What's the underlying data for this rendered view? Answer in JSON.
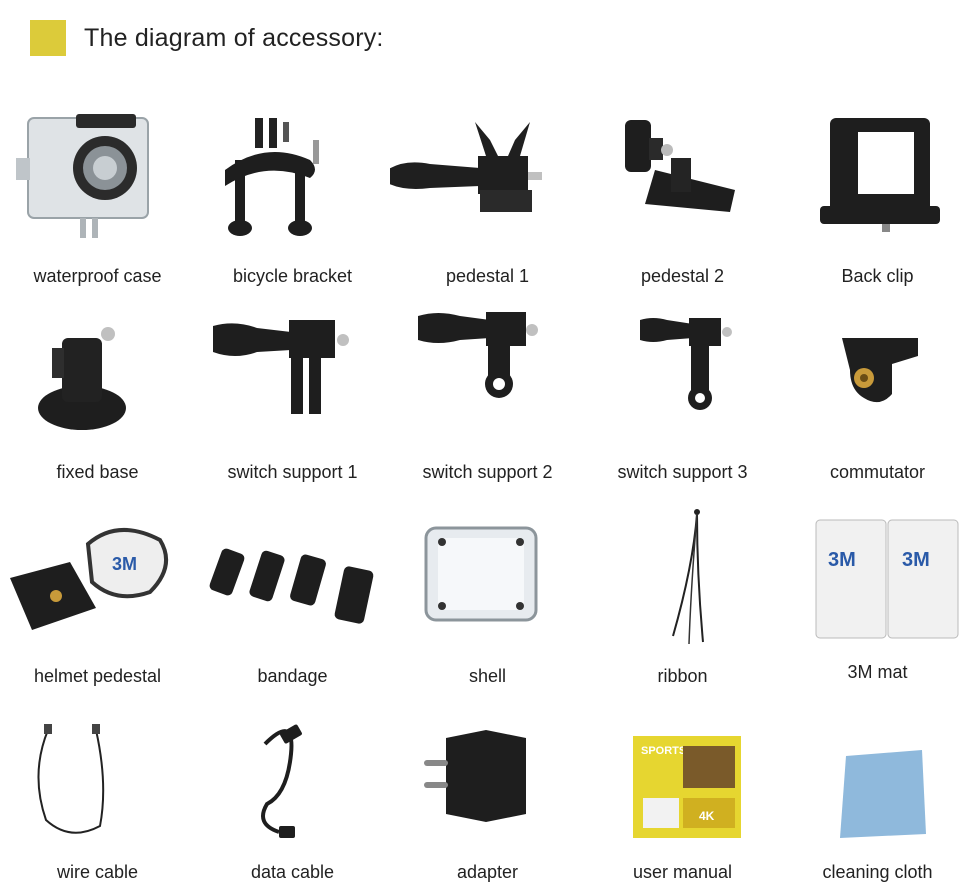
{
  "header": {
    "title": "The diagram of accessory:",
    "swatch_color": "#dccb3a"
  },
  "items": [
    {
      "label": "waterproof case",
      "icon": "waterproof-case-icon"
    },
    {
      "label": "bicycle bracket",
      "icon": "bicycle-bracket-icon"
    },
    {
      "label": "pedestal 1",
      "icon": "pedestal-1-icon"
    },
    {
      "label": "pedestal 2",
      "icon": "pedestal-2-icon"
    },
    {
      "label": "Back clip",
      "icon": "back-clip-icon"
    },
    {
      "label": "fixed base",
      "icon": "fixed-base-icon"
    },
    {
      "label": "switch support 1",
      "icon": "switch-support-1-icon"
    },
    {
      "label": "switch support 2",
      "icon": "switch-support-2-icon"
    },
    {
      "label": "switch support 3",
      "icon": "switch-support-3-icon"
    },
    {
      "label": "commutator",
      "icon": "commutator-icon"
    },
    {
      "label": "helmet pedestal",
      "icon": "helmet-pedestal-icon"
    },
    {
      "label": "bandage",
      "icon": "bandage-icon"
    },
    {
      "label": "shell",
      "icon": "shell-icon"
    },
    {
      "label": "ribbon",
      "icon": "ribbon-icon"
    },
    {
      "label": "3M mat",
      "icon": "3m-mat-icon"
    },
    {
      "label": "wire cable",
      "icon": "wire-cable-icon"
    },
    {
      "label": "data cable",
      "icon": "data-cable-icon"
    },
    {
      "label": "adapter",
      "icon": "adapter-icon"
    },
    {
      "label": "user manual",
      "icon": "user-manual-icon"
    },
    {
      "label": "cleaning cloth",
      "icon": "cleaning-cloth-icon"
    }
  ],
  "decor": {
    "mat_text": "3M",
    "manual_brand": "SPORTS",
    "manual_badge": "4K"
  }
}
